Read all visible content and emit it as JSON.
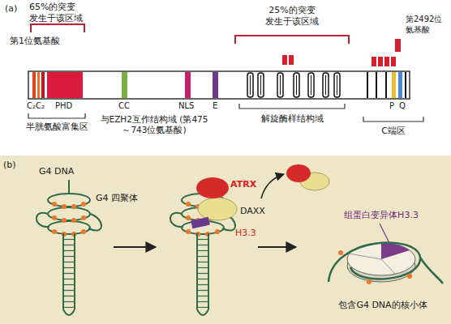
{
  "diagram": {
    "labels": [
      "(a)",
      "65%的突变 发生于该区域",
      "25%的突变 发生于该区域",
      "第2492位 氨基酸",
      "第1位氨基酸",
      "C₂C₂",
      "PHD",
      "CC",
      "NLS",
      "E",
      "P",
      "Q",
      "半胱氨酸富集区",
      "与EZH2互作结构域 (第475～743位氨基酸)",
      "解旋酶样结构域",
      "C端区",
      "(b)",
      "G4 DNA",
      "G4 四聚体",
      "ATRX",
      "DAXX",
      "H3.3",
      "组蛋白变异体H3.3",
      "包含G4 DNA的核小体"
    ]
  }
}
